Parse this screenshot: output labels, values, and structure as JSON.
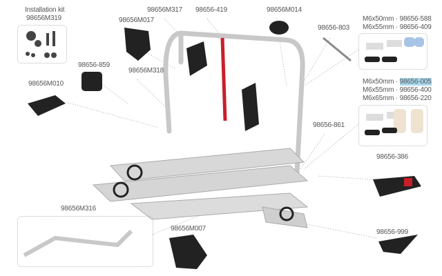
{
  "labels": {
    "install_kit_title": "Installation kit",
    "install_kit_code": "98656M319",
    "m317": "98656M317",
    "p419": "98656-419",
    "m014": "98656M014",
    "m017": "98656M017",
    "p803": "98656-803",
    "p859": "98656-859",
    "m318": "98656M318",
    "m010": "98656M010",
    "p861": "98656-861",
    "p386": "98656-386",
    "m316": "98656M316",
    "m007": "98656M007",
    "p999": "98656-999"
  },
  "kit_a": [
    {
      "size": "M6x50mm",
      "code": "98656-588"
    },
    {
      "size": "M6x55mm",
      "code": "98656-409"
    }
  ],
  "kit_b": [
    {
      "size": "M6x50mm",
      "code": "98656-005",
      "highlighted": true
    },
    {
      "size": "M6x55mm",
      "code": "98656-400"
    },
    {
      "size": "M6x65mm",
      "code": "98656-220"
    }
  ],
  "colors": {
    "highlight": "#a9d8ee",
    "frame": "#c8c8c8",
    "strap": "#c8202a",
    "parts": "#1e1e1e"
  }
}
